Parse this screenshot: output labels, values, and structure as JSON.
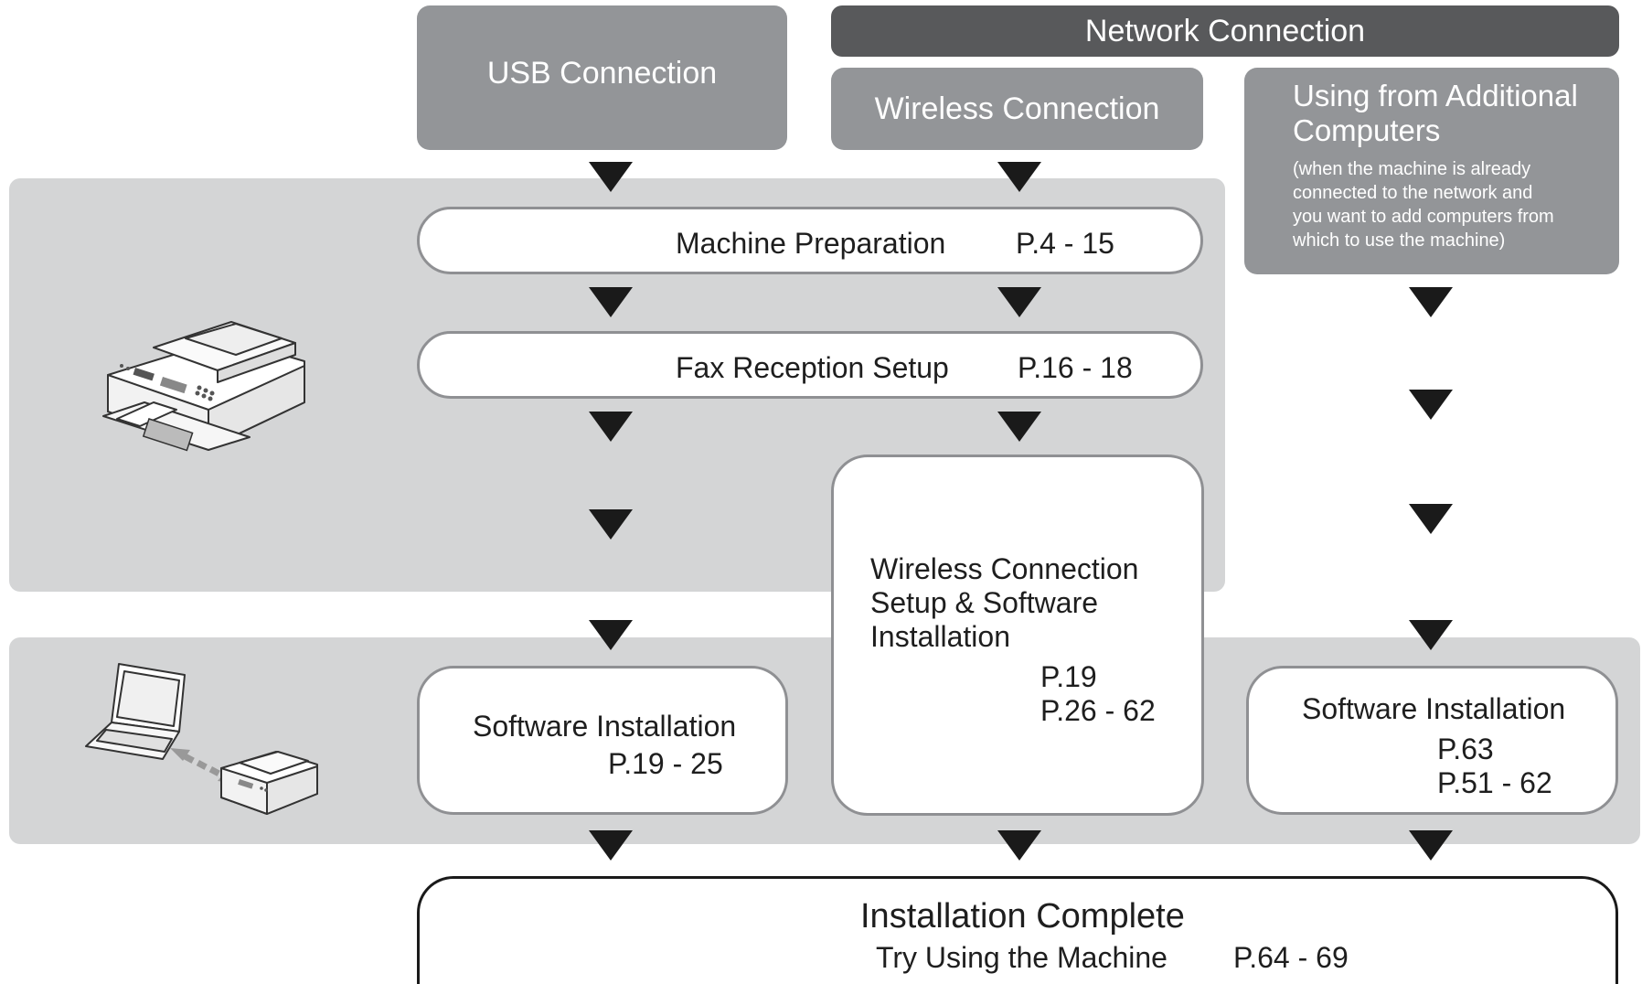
{
  "headers": {
    "network": "Network Connection",
    "usb": "USB Connection",
    "wireless": "Wireless Connection",
    "additional_title_line1": "Using from Additional",
    "additional_title_line2": "Computers",
    "additional_note_line1": "(when the machine is already",
    "additional_note_line2": "connected to the network and",
    "additional_note_line3": "you want to add computers from",
    "additional_note_line4": "which to use the machine)"
  },
  "steps": {
    "machine_prep": {
      "label": "Machine Preparation",
      "pages": "P.4 - 15"
    },
    "fax_setup": {
      "label": "Fax Reception Setup",
      "pages": "P.16 - 18"
    },
    "usb_software": {
      "label": "Software Installation",
      "pages": "P.19 - 25"
    },
    "wireless_setup": {
      "line1": "Wireless Connection",
      "line2": "Setup & Software",
      "line3": "Installation",
      "pages1": "P.19",
      "pages2": "P.26 - 62"
    },
    "additional_software": {
      "label": "Software Installation",
      "pages1": "P.63",
      "pages2": "P.51 - 62"
    },
    "complete": {
      "title": "Installation Complete",
      "subtitle": "Try Using the Machine",
      "pages": "P.64 - 69"
    }
  },
  "icons": [
    "printer-icon",
    "laptop-printer-connection-icon"
  ],
  "colors": {
    "band": "#d4d5d6",
    "header_dark": "#58595b",
    "header_gray": "#939598",
    "arrow": "#1a1a1a",
    "border": "#8f9093"
  }
}
